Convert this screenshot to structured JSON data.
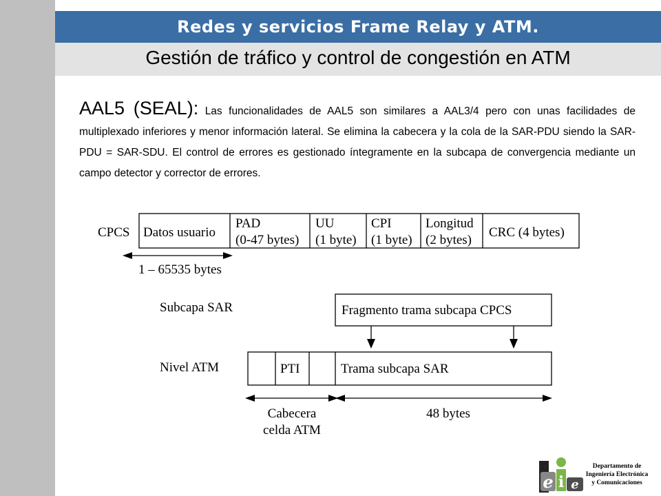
{
  "header": {
    "title": "Redes y servicios Frame Relay y ATM.",
    "subtitle": "Gestión de tráfico y control de congestión en ATM"
  },
  "body": {
    "lead": "AAL5 (SEAL):",
    "text": " Las funcionalidades de AAL5 son similares a AAL3/4 pero con unas facilidades de multiplexado inferiores y menor información lateral. Se elimina la cabecera y la cola de la SAR-PDU siendo la SAR-PDU = SAR-SDU. El control de errores es gestionado íntegramente en la subcapa de convergencia mediante un campo detector y corrector de errores."
  },
  "diagram": {
    "cpcs_label": "CPCS",
    "cpcs_fields": [
      {
        "lines": [
          "Datos usuario"
        ]
      },
      {
        "lines": [
          "PAD",
          "(0-47 bytes)"
        ]
      },
      {
        "lines": [
          "UU",
          "(1 byte)"
        ]
      },
      {
        "lines": [
          "CPI",
          "(1 byte)"
        ]
      },
      {
        "lines": [
          "Longitud",
          "(2 bytes)"
        ]
      },
      {
        "lines": [
          "CRC (4 bytes)"
        ]
      }
    ],
    "user_data_range": "1 – 65535 bytes",
    "sar_label": "Subcapa SAR",
    "sar_box": "Fragmento trama subcapa CPCS",
    "atm_label": "Nivel ATM",
    "atm_pti": "PTI",
    "atm_payload": "Trama subcapa SAR",
    "header_label_1": "Cabecera",
    "header_label_2": "celda ATM",
    "payload_size": "48 bytes"
  },
  "footer": {
    "dept_1": "Departamento de",
    "dept_2": "Ingeniería Electrónica",
    "dept_3": "y Comunicaciones"
  },
  "colors": {
    "header_blue": "#3a6ea5",
    "header_grey": "#e3e3e3",
    "left_bar": "#bfbfbf"
  }
}
